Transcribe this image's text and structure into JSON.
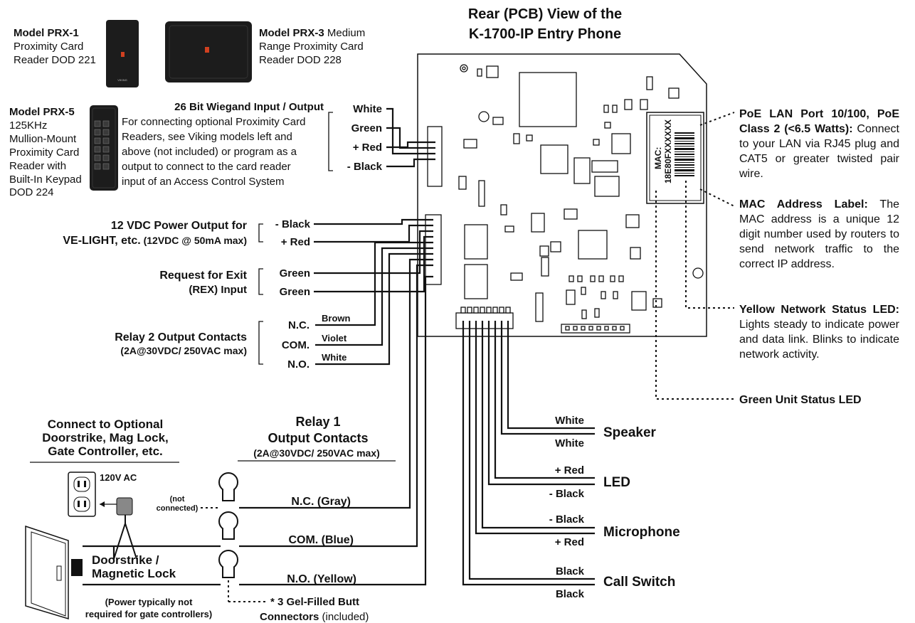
{
  "title": [
    "Rear (PCB) View of the",
    "K-1700-IP Entry Phone"
  ],
  "readers": {
    "prx1": [
      "Model PRX-1",
      "Proximity Card",
      "Reader DOD 221"
    ],
    "prx3": {
      "model": "Model PRX-3",
      "line1_rest": " Medium",
      "line2": "Range Proximity Card",
      "line3": "Reader DOD 228"
    },
    "prx5": [
      "Model PRX-5",
      "125KHz",
      "Mullion-Mount",
      "Proximity Card",
      "Reader with",
      "Built-In Keypad",
      "DOD 224"
    ],
    "brand": "VIKING"
  },
  "wiegand": {
    "heading": "26 Bit Wiegand Input / Output",
    "body": [
      "For connecting optional Proximity Card",
      "Readers, see Viking models left and",
      "above (not included) or program as a",
      "output to connect to the card reader",
      "input of an Access Control System"
    ],
    "wires": [
      "White",
      "Green",
      "+ Red",
      "- Black"
    ]
  },
  "power_out": {
    "title": "12 VDC Power Output for",
    "sub_bold": "VE-LIGHT, etc.",
    "sub_rest": " (12VDC @ 50mA max)",
    "wires": [
      "- Black",
      "+ Red"
    ]
  },
  "rex": {
    "title": "Request for Exit",
    "sub": "(REX) Input",
    "wires": [
      "Green",
      "Green"
    ]
  },
  "relay2": {
    "title": "Relay  2 Output Contacts",
    "sub": "(2A@30VDC/ 250VAC max)",
    "contacts": [
      "N.C.",
      "COM.",
      "N.O."
    ],
    "colors": [
      "Brown",
      "Violet",
      "White"
    ]
  },
  "relay1": {
    "title": [
      "Relay 1",
      "Output Contacts"
    ],
    "sub": "(2A@30VDC/ 250VAC max)",
    "contacts": [
      "N.C. (Gray)",
      "COM. (Blue)",
      "N.O. (Yellow)"
    ]
  },
  "optional": {
    "title": [
      "Connect to Optional",
      "Doorstrike, Mag Lock,",
      "Gate Controller, etc."
    ],
    "ac": "120V AC",
    "not_connected": [
      "(not",
      "connected)"
    ],
    "lock": [
      "Doorstrike /",
      "Magnetic Lock"
    ],
    "power_note": [
      "(Power typically not",
      "required for gate controllers)"
    ],
    "butt": {
      "bold": "* 3 Gel-Filled Butt",
      "bold2": "Connectors",
      "rest": " (included)"
    }
  },
  "outputs": [
    {
      "label": "Speaker",
      "wires": [
        "White",
        "White"
      ]
    },
    {
      "label": "LED",
      "wires": [
        "+ Red",
        "- Black"
      ]
    },
    {
      "label": "Microphone",
      "wires": [
        "- Black",
        "+ Red"
      ]
    },
    {
      "label": "Call Switch",
      "wires": [
        "Black",
        "Black"
      ]
    }
  ],
  "poe": {
    "lead": "PoE LAN Port 10/100, PoE Class 2 (<6.5 Watts):",
    "body": " Connect to your LAN via RJ45 plug and CAT5 or greater twisted pair wire."
  },
  "mac": {
    "lead": "MAC Address Label:",
    "body": " The MAC address is a unique 12 digit number used by routers to send network traffic to the correct IP address.",
    "label_line1": "MAC:",
    "label_line2": "18E80FXXXXXX"
  },
  "yellow_led": {
    "lead": "Yellow Network Status LED:",
    "body": " Lights steady to indicate power and data link. Blinks to indicate network activity."
  },
  "green_led": "Green Unit Status LED",
  "colors": {
    "ink": "#111111",
    "reader_body": "#1c1c1c",
    "reader_led": "#d04020"
  }
}
